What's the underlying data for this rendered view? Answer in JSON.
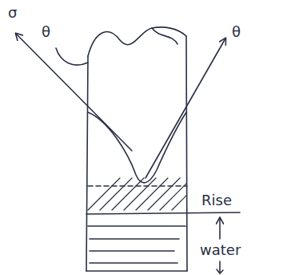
{
  "diagram": {
    "labels": [
      "σ",
      "θ",
      "θ",
      "Rise",
      "water"
    ]
  }
}
